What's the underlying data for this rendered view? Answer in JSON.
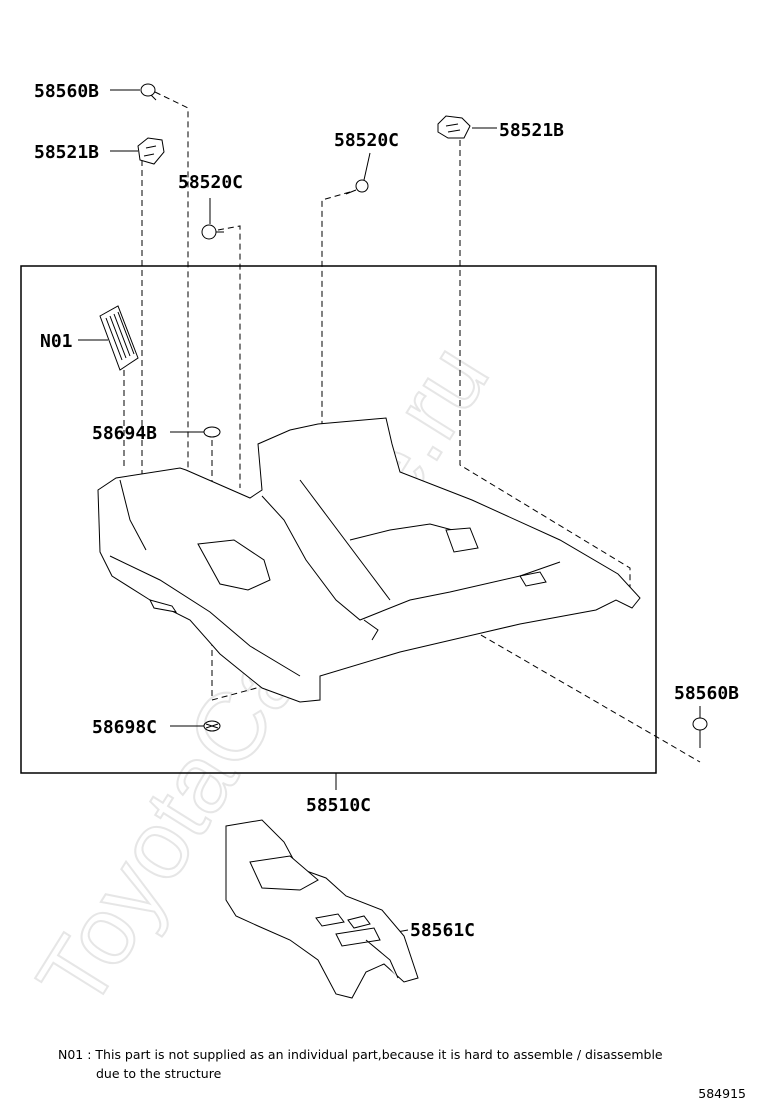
{
  "watermark": "ToyotaCarMine.ru",
  "callouts": {
    "p58560B_top": "58560B",
    "p58521B_left": "58521B",
    "p58520C_left": "58520C",
    "p58520C_mid": "58520C",
    "p58521B_right": "58521B",
    "pN01": "N01",
    "p58694B": "58694B",
    "p58698C": "58698C",
    "p58560B_right": "58560B",
    "p58510C": "58510C",
    "p58561C": "58561C"
  },
  "footnote": {
    "line1": "N01 : This part is not supplied as an individual part,because it is hard to assemble / disassemble",
    "line2": "due to the structure"
  },
  "figure_number": "584915"
}
